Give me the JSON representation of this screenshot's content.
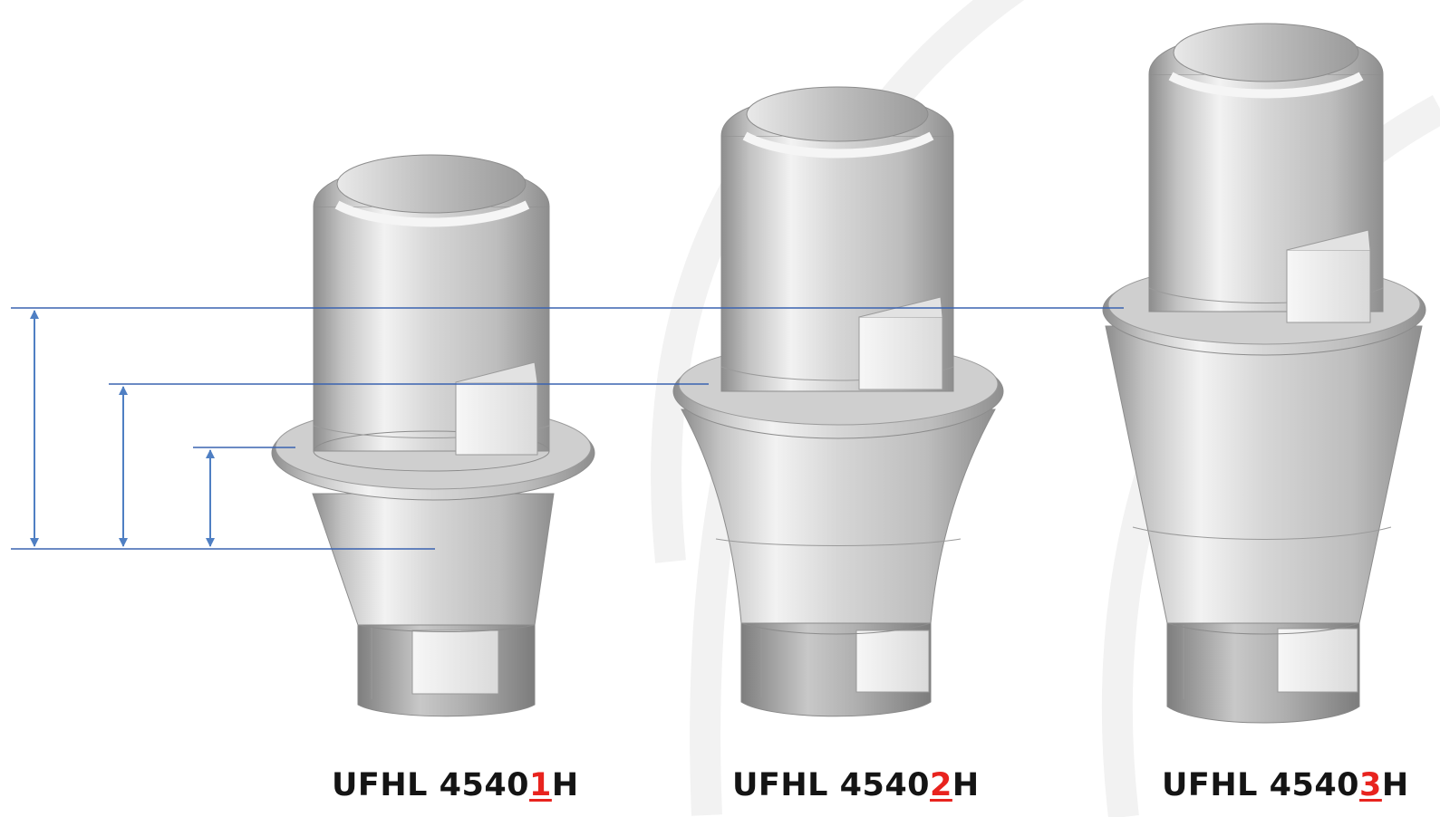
{
  "products": [
    {
      "prefix": "UFHL 4540",
      "variant": "1",
      "suffix": "H"
    },
    {
      "prefix": "UFHL 4540",
      "variant": "2",
      "suffix": "H"
    },
    {
      "prefix": "UFHL 4540",
      "variant": "3",
      "suffix": "H"
    }
  ],
  "colors": {
    "dimension_line": "#3a63b0",
    "arrow": "#4f7fc3",
    "variant_highlight": "#e8231e",
    "caption_text": "#141414",
    "metal_light": "#f1f1f1",
    "metal_mid": "#c9c9c9",
    "metal_dark": "#8d8d8d",
    "watermark": "#f3f3f3"
  }
}
